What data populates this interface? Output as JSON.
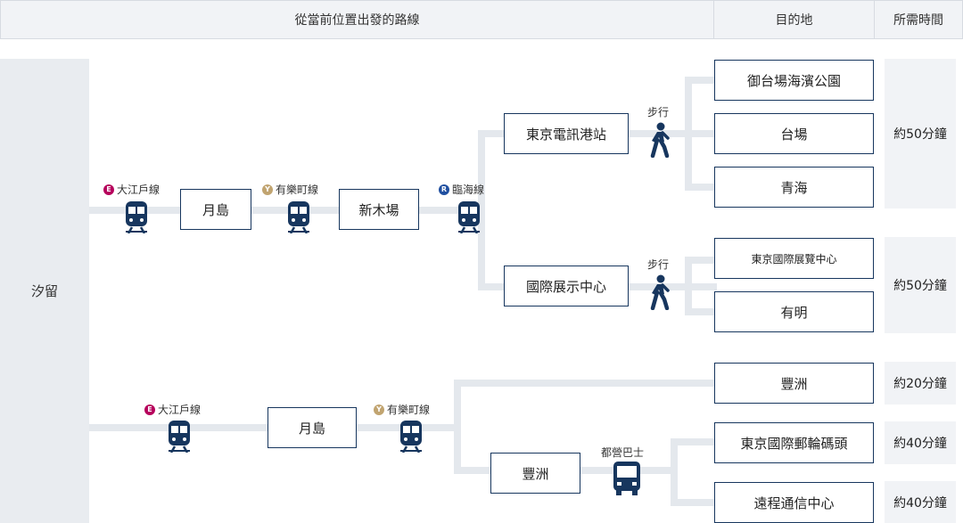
{
  "header": {
    "route": "從當前位置出發的路線",
    "destination": "目的地",
    "time": "所需時間"
  },
  "origin": "汐留",
  "colors": {
    "navy": "#17365e",
    "oedo": "#b6005c",
    "yurakucho": "#c1a470",
    "rinkai": "#1f4fa0",
    "connector": "#e4e8ed"
  },
  "route1": {
    "seg1": {
      "line": "大江戶線",
      "badge": "E",
      "icon": "train-icon"
    },
    "stop1": "月島",
    "seg2": {
      "line": "有樂町線",
      "badge": "Y",
      "icon": "train-icon"
    },
    "stop2": "新木場",
    "seg3": {
      "line": "臨海線",
      "badge": "R",
      "icon": "train-icon"
    },
    "branchA": {
      "station": "東京電訊港站",
      "mode": "步行",
      "icon": "walking-person-icon",
      "destinations": [
        "御台場海濱公園",
        "台場",
        "青海"
      ],
      "time": "約50分鐘"
    },
    "branchB": {
      "station": "國際展示中心",
      "mode": "步行",
      "icon": "walking-person-icon",
      "destinations": [
        "東京國際展覽中心",
        "有明"
      ],
      "time": "約50分鐘"
    }
  },
  "route2": {
    "seg1": {
      "line": "大江戶線",
      "badge": "E",
      "icon": "train-icon"
    },
    "stop1": "月島",
    "seg2": {
      "line": "有樂町線",
      "badge": "Y",
      "icon": "train-icon"
    },
    "branchA": {
      "destination": "豐洲",
      "time": "約20分鐘"
    },
    "branchB": {
      "station": "豐洲",
      "mode": "都營巴士",
      "icon": "bus-icon",
      "destinations": [
        {
          "name": "東京國際郵輪碼頭",
          "time": "約40分鐘"
        },
        {
          "name": "遠程通信中心",
          "time": "約40分鐘"
        }
      ]
    }
  }
}
